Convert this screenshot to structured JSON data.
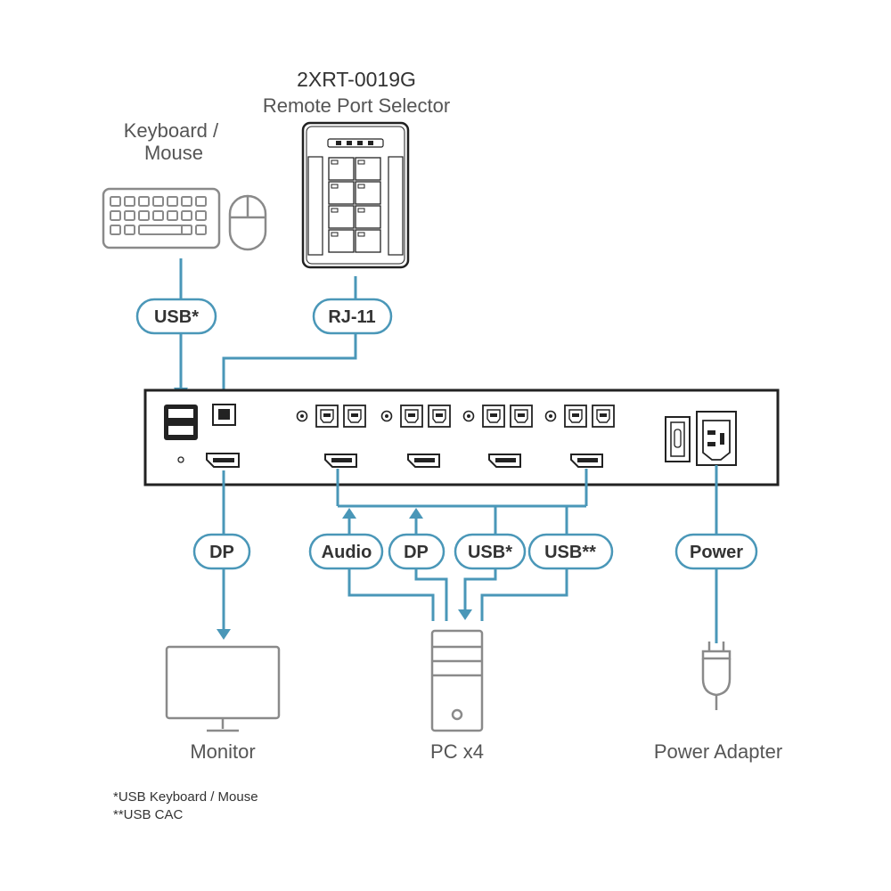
{
  "title": {
    "model": "2XRT-0019G",
    "name": "Remote Port Selector"
  },
  "devices": {
    "keyboard_mouse": "Keyboard /\nMouse",
    "monitor": "Monitor",
    "pc": "PC x4",
    "power_adapter": "Power Adapter"
  },
  "connections": {
    "usb_keyboard": "USB*",
    "rj11": "RJ-11",
    "dp_monitor": "DP",
    "audio": "Audio",
    "dp_pc": "DP",
    "usb_pc": "USB*",
    "usb_cac": "USB**",
    "power": "Power"
  },
  "footnotes": [
    "*USB Keyboard / Mouse",
    "**USB CAC"
  ],
  "colors": {
    "cable": "#4a97b8",
    "device_outline": "#222222",
    "icon_gray": "#8a8a8a"
  }
}
